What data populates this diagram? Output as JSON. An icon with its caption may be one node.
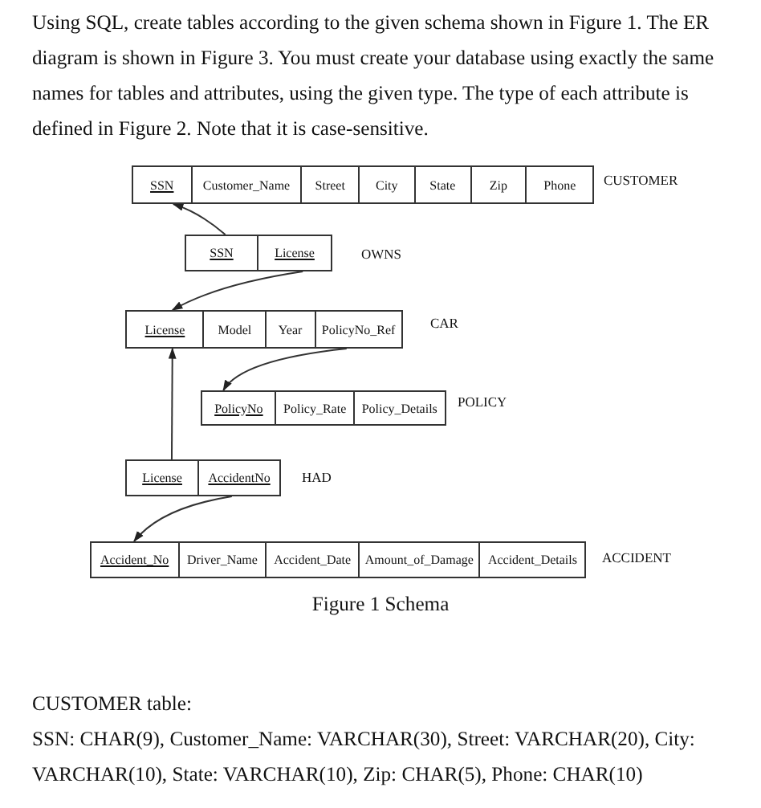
{
  "diagram": {
    "caption": "Figure 1 Schema",
    "nodes": [
      {
        "text": [],
        "shape": "box",
        "beside": [
          "CUSTOMER"
        ]
      },
      {
        "text": [
          "SSN"
        ],
        "in": 0
      },
      {
        "text": [
          "Customer_Name"
        ],
        "in": 0
      },
      {
        "text": [
          "Street"
        ],
        "in": 0
      },
      {
        "text": [
          "City"
        ],
        "in": 0
      },
      {
        "text": [
          "State"
        ],
        "in": 0
      },
      {
        "text": [
          "Zip"
        ],
        "in": 0
      },
      {
        "text": [
          "Phone"
        ],
        "in": 0
      },
      {
        "text": [],
        "shape": "box",
        "beside": [
          "OWNS"
        ]
      },
      {
        "text": [
          "SSN"
        ],
        "in": 8
      },
      {
        "text": [
          "License"
        ],
        "in": 8
      },
      {
        "text": [],
        "shape": "box",
        "beside": [
          "CAR"
        ]
      },
      {
        "text": [
          "License"
        ],
        "in": 11
      },
      {
        "text": [
          "Model"
        ],
        "in": 11
      },
      {
        "text": [
          "Year"
        ],
        "in": 11
      },
      {
        "text": [
          "PolicyNo_Ref"
        ],
        "in": 11
      },
      {
        "text": [],
        "shape": "box",
        "beside": [
          "POLICY"
        ]
      },
      {
        "text": [
          "PolicyNo"
        ],
        "in": 16
      },
      {
        "text": [
          "Policy_Rate"
        ],
        "in": 16
      },
      {
        "text": [
          "Policy_Details"
        ],
        "in": 16
      },
      {
        "text": [],
        "shape": "box",
        "beside": [
          "HAD"
        ]
      },
      {
        "text": [
          "License"
        ],
        "in": 20
      },
      {
        "text": [
          "AccidentNo"
        ],
        "in": 20
      },
      {
        "text": [],
        "shape": "box",
        "beside": [
          "ACCIDENT"
        ]
      },
      {
        "text": [
          "Accident_No"
        ],
        "in": 23
      },
      {
        "text": [
          "Driver_Name"
        ],
        "in": 23
      },
      {
        "text": [
          "Accident_Date"
        ],
        "in": 23
      },
      {
        "text": [
          "Amount_of_Damage"
        ],
        "in": 23
      },
      {
        "text": [
          "Accident_Details"
        ],
        "in": 23
      }
    ],
    "edges": [
      {
        "from": 9,
        "to": 1,
        "arrow": "to"
      },
      {
        "from": 10,
        "to": 12,
        "arrow": "to"
      },
      {
        "from": 15,
        "to": 17,
        "arrow": "to"
      },
      {
        "from": 21,
        "to": 12,
        "arrow": "to"
      },
      {
        "from": 22,
        "to": 24,
        "arrow": "to"
      }
    ],
    "labels": [
      "Using SQL, create tables according to the given schema shown in Figure 1. The ER diagram is shown in Figure 3.  You must create your database using exactly the same names for tables and attributes, using the given type.  The type of each attribute is defined in Figure 2. Note that it is case-sensitive.",
      "CUSTOMER table:",
      "SSN: CHAR(9), Customer_Name: VARCHAR(30), Street: VARCHAR(20), City: VARCHAR(10), State: VARCHAR(10), Zip: CHAR(5), Phone: CHAR(10)"
    ]
  }
}
